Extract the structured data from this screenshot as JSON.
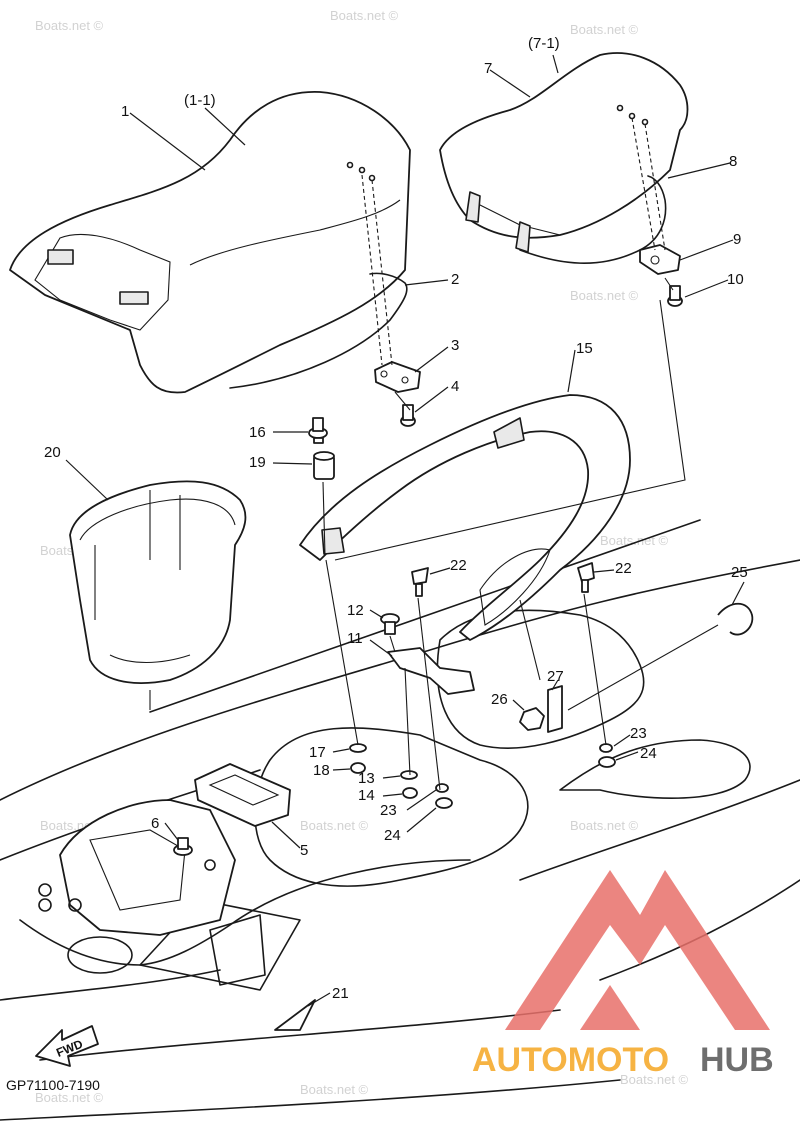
{
  "watermark": "Boats.net ©",
  "diagram_code": "GP71100-7190",
  "fwd_label": "FWD",
  "brand": {
    "part1": "AUTOMOTO",
    "part2": "HUB",
    "color1": "#f5a623",
    "color2": "#555555",
    "logo_color": "#e8706a"
  },
  "callouts": {
    "c1": "1",
    "c1_1": "(1-1)",
    "c2": "2",
    "c3": "3",
    "c4": "4",
    "c5": "5",
    "c6": "6",
    "c7": "7",
    "c7_1": "(7-1)",
    "c8": "8",
    "c9": "9",
    "c10": "10",
    "c11": "11",
    "c12": "12",
    "c13": "13",
    "c14": "14",
    "c15": "15",
    "c16": "16",
    "c17": "17",
    "c18": "18",
    "c19": "19",
    "c20": "20",
    "c21": "21",
    "c22a": "22",
    "c22b": "22",
    "c23a": "23",
    "c23b": "23",
    "c24a": "24",
    "c24b": "24",
    "c25": "25",
    "c26": "26",
    "c27": "27"
  }
}
